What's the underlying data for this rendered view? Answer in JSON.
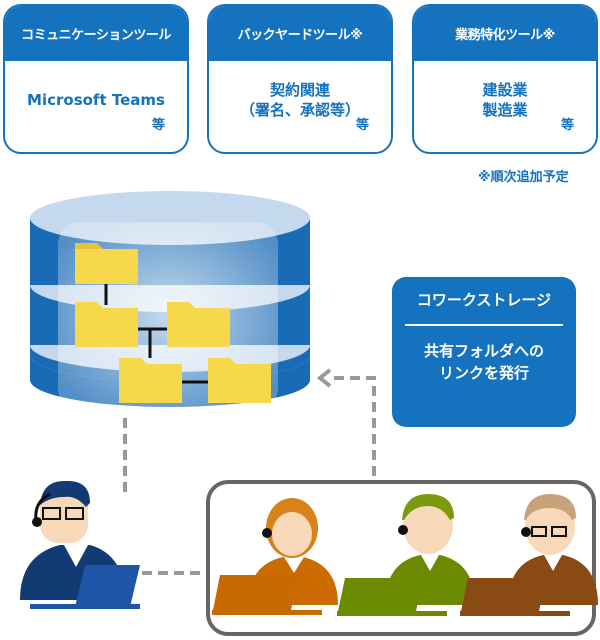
{
  "cards": [
    {
      "title": "コミュニケーションツール",
      "body": "Microsoft Teams",
      "tail": "等"
    },
    {
      "title": "バックヤードツール※",
      "body": "契約関連\n（署名、承認等）",
      "tail": "等"
    },
    {
      "title": "業務特化ツール※",
      "body": "建設業\n製造業",
      "tail": "等"
    }
  ],
  "footnote": "※順次追加予定",
  "coworks": {
    "title": "コワークストレージ",
    "description": "共有フォルダへの\nリンクを発行"
  },
  "colors": {
    "primary_blue": "#1572be",
    "cylinder_blue": "#1a6bb5",
    "cylinder_top": "#c5d9ee",
    "folder_yellow": "#f6d84a",
    "laptop_orange": "#c76a00",
    "laptop_green": "#6b8a00",
    "laptop_brown": "#8a4a14",
    "frame_gray": "#666666"
  },
  "icons": [
    "database-icon",
    "folder-icon",
    "operator-icon",
    "laptop-icon",
    "user-female-icon",
    "user-male-icon",
    "user-elder-icon"
  ]
}
